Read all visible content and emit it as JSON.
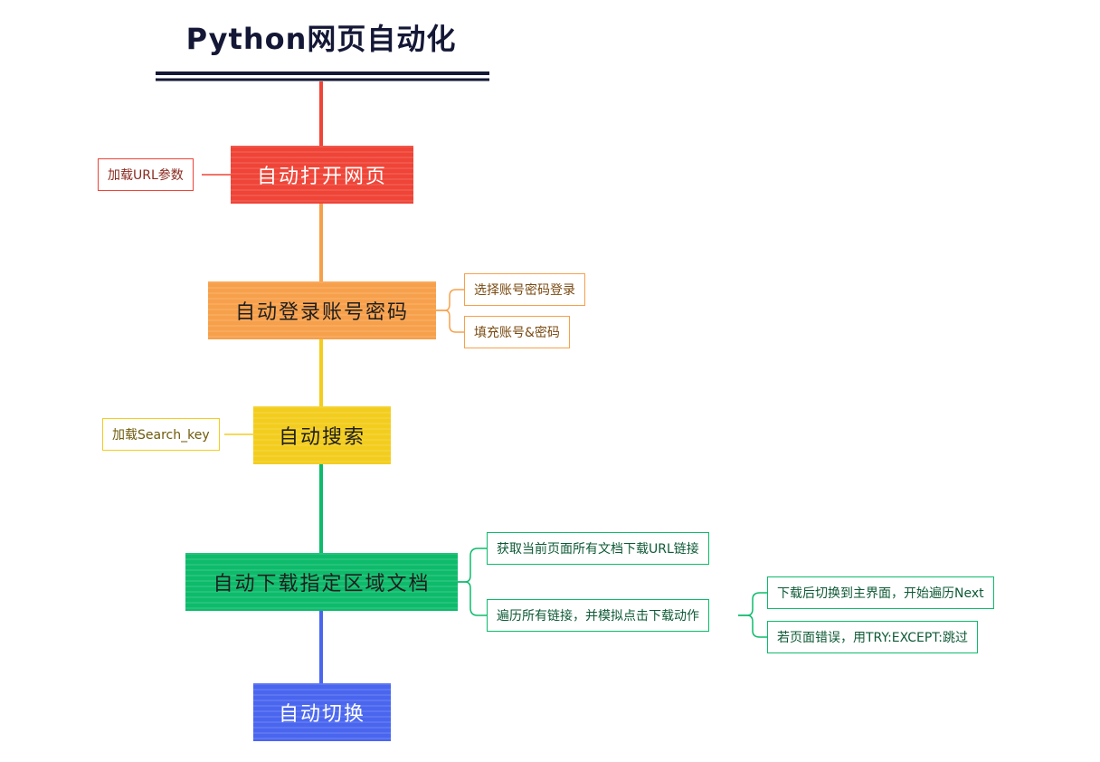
{
  "title": "Python网页自动化",
  "colors": {
    "title": "#141836",
    "red": "#ef4437",
    "orange": "#f7a04b",
    "yellow": "#f3cd1e",
    "green": "#0dbb6b",
    "blue": "#4a66ef",
    "leaf_red_text": "#8a2a20",
    "leaf_orange_text": "#7a4a12",
    "leaf_yellow_text": "#6e5a0b",
    "leaf_green_text": "#0e5a36"
  },
  "nodes": {
    "open": {
      "label": "自动打开网页",
      "left_leaf": "加载URL参数"
    },
    "login": {
      "label": "自动登录账号密码",
      "children": [
        "选择账号密码登录",
        "填充账号&密码"
      ]
    },
    "search": {
      "label": "自动搜索",
      "left_leaf": "加载Search_key"
    },
    "download": {
      "label": "自动下载指定区域文档",
      "children": [
        "获取当前页面所有文档下载URL链接",
        "遍历所有链接，并模拟点击下载动作"
      ],
      "grandchildren": [
        "下载后切换到主界面，开始遍历Next",
        "若页面错误，用TRY:EXCEPT:跳过"
      ]
    },
    "switch": {
      "label": "自动切换"
    }
  }
}
